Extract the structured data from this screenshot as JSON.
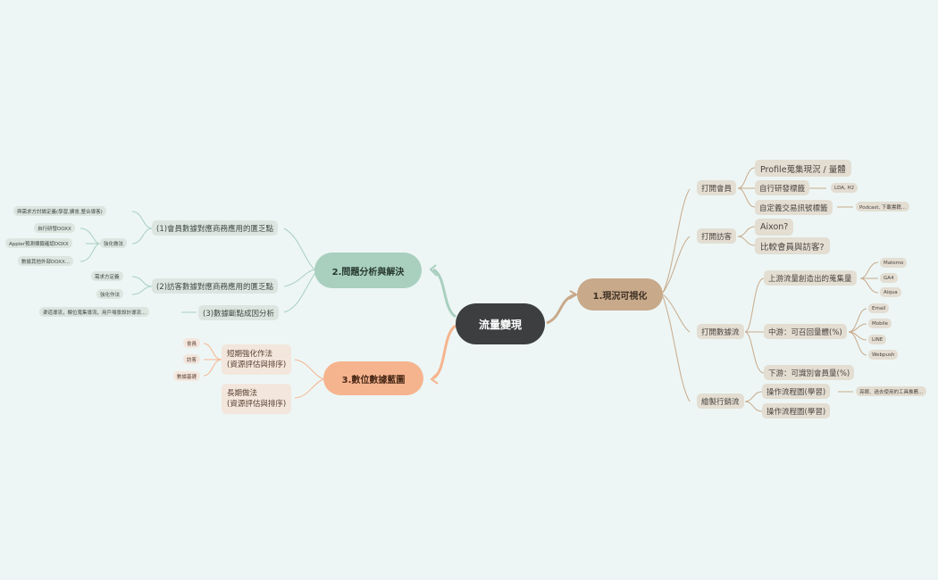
{
  "center": "流量變現",
  "branch1": {
    "title": "1.現況可視化",
    "open_member": {
      "label": "打開會員",
      "items": [
        "Profile蒐集現況 / 量體",
        "自行研發標籤",
        "自定義交易訊號標籤"
      ],
      "notes": [
        "LDA, H2",
        "Podcast, 下載書籍..."
      ]
    },
    "open_visitor": {
      "label": "打開訪客",
      "items": [
        "Aixon?",
        "比較會員與訪客?"
      ]
    },
    "open_data": {
      "label": "打開數據流",
      "upstream": "上游流量創造出的蒐集量",
      "upstream_tools": [
        "Matomo",
        "GA4",
        "Aiqua"
      ],
      "midstream": "中游：可召回量體(%)",
      "midstream_channels": [
        "Email",
        "Mobile",
        "LINE",
        "Webpush"
      ],
      "downstream": "下游：可識別會員量(%)"
    },
    "journey": {
      "label": "繪製行銷流",
      "items": [
        "操作流程圖(學習)",
        "操作流程圖(學習)"
      ],
      "note": "亮眼、過去使用的工具推薦..."
    }
  },
  "branch2": {
    "title": "2.問題分析與解決",
    "q1": {
      "label": "(1)會員數據對應商務應用的匱乏點",
      "top": "與需求方討論定義(學習,擴會,整合導客)",
      "strengthen": "強化做法",
      "strengthen_items": [
        "自行研發DOXX",
        "Appier預測標籤確認DOXX",
        "數據其他外部DOXX..."
      ]
    },
    "q2": {
      "label": "(2)訪客數據對應商務應用的匱乏點",
      "items": [
        "需求方定義",
        "強化作法"
      ]
    },
    "q3": {
      "label": "(3)數據斷點成因分析",
      "note": "渠道導流，欄位蒐集導流，用戶場景設計導流..."
    }
  },
  "branch3": {
    "title": "3.數位數據藍圖",
    "short": {
      "label_line1": "短期強化作法",
      "label_line2": "(資源評估與排序)",
      "items": [
        "會員",
        "訪客",
        "數據基礎"
      ]
    },
    "long": {
      "label_line1": "長期做法",
      "label_line2": "(資源評估與排序)"
    }
  },
  "colors": {
    "background": "#edf6f5",
    "center": "#3c3e40",
    "branch1": "#c8a98a",
    "branch2": "#a9cfbf",
    "branch3": "#f6b48e"
  }
}
